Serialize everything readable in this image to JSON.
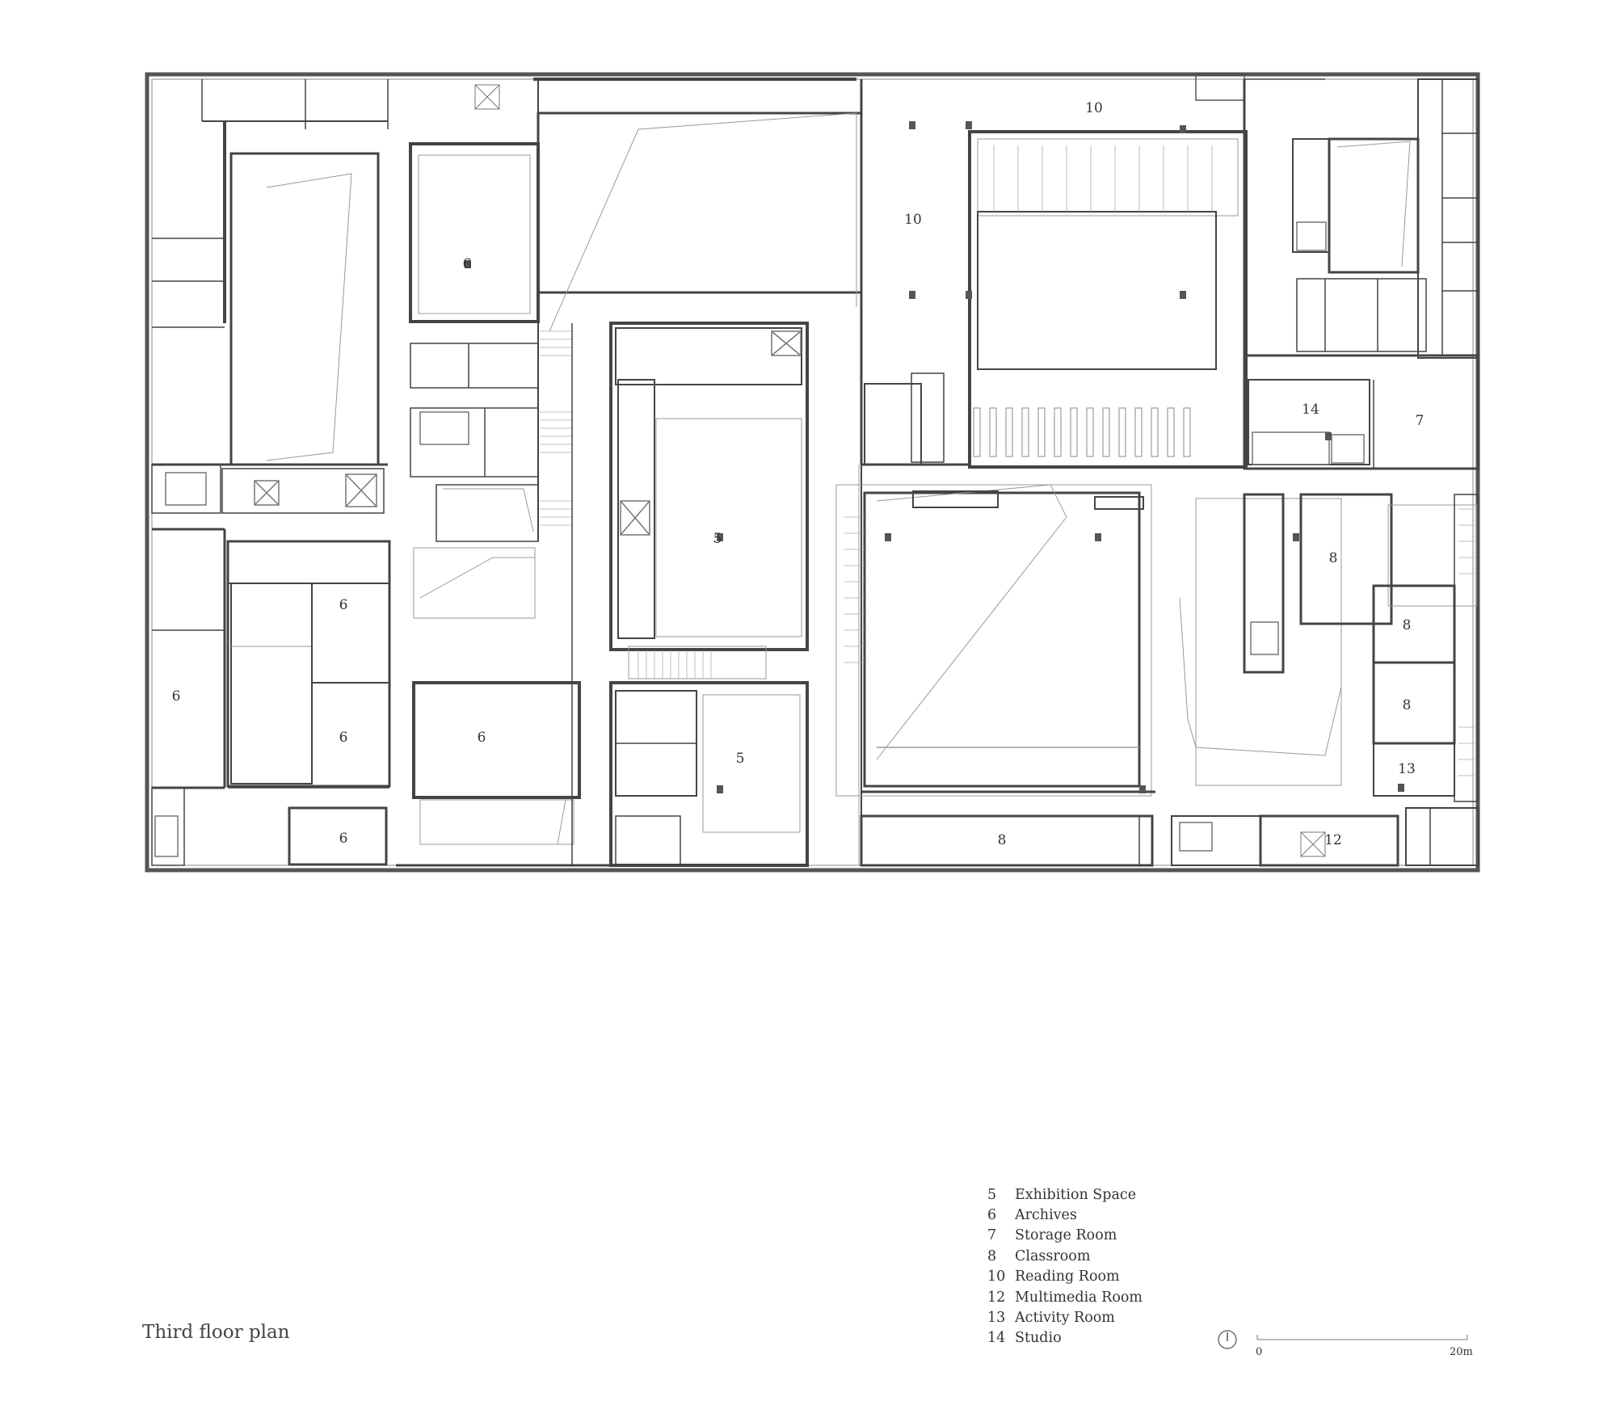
{
  "drawing": {
    "title": "Third floor plan"
  },
  "room_labels": [
    {
      "id": "r10a",
      "text": "10"
    },
    {
      "id": "r10b",
      "text": "10"
    },
    {
      "id": "r6a",
      "text": "6"
    },
    {
      "id": "r6b",
      "text": "6"
    },
    {
      "id": "r6c",
      "text": "6"
    },
    {
      "id": "r6d",
      "text": "6"
    },
    {
      "id": "r6e",
      "text": "6"
    },
    {
      "id": "r6f",
      "text": "6"
    },
    {
      "id": "r5a",
      "text": "5"
    },
    {
      "id": "r5b",
      "text": "5"
    },
    {
      "id": "r14",
      "text": "14"
    },
    {
      "id": "r7",
      "text": "7"
    },
    {
      "id": "r8a",
      "text": "8"
    },
    {
      "id": "r8b",
      "text": "8"
    },
    {
      "id": "r8c",
      "text": "8"
    },
    {
      "id": "r8d",
      "text": "8"
    },
    {
      "id": "r13",
      "text": "13"
    },
    {
      "id": "r12",
      "text": "12"
    }
  ],
  "legend": [
    {
      "num": "5",
      "name": "Exhibition Space"
    },
    {
      "num": "6",
      "name": "Archives"
    },
    {
      "num": "7",
      "name": "Storage Room"
    },
    {
      "num": "8",
      "name": "Classroom"
    },
    {
      "num": "10",
      "name": "Reading Room"
    },
    {
      "num": "12",
      "name": "Multimedia Room"
    },
    {
      "num": "13",
      "name": "Activity Room"
    },
    {
      "num": "14",
      "name": "Studio"
    }
  ],
  "scale": {
    "start": "0",
    "end": "20m"
  },
  "icons": {
    "north": "north-arrow-icon"
  }
}
